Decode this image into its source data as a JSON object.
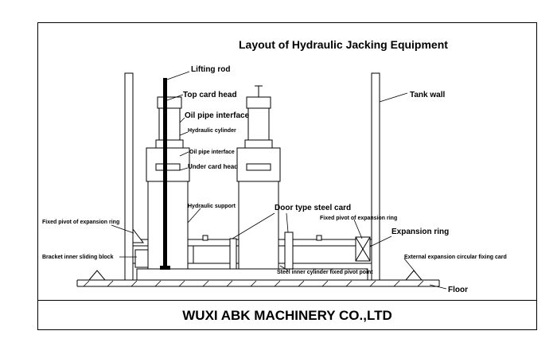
{
  "title": "Layout of Hydraulic Jacking Equipment",
  "footer": "WUXI ABK MACHINERY CO.,LTD",
  "labels": {
    "lifting_rod": "Lifting rod",
    "top_card_head": "Top card head",
    "oil_pipe_interface_1": "Oil pipe interface",
    "hydraulic_cylinder": "Hydraulic cylinder",
    "oil_pipe_interface_2": "Oil pipe interface",
    "under_card_head": "Under card head",
    "hydraulic_support": "Hydraulic support",
    "door_type_steel_card": "Door type steel card",
    "fixed_pivot_left": "Fixed pivot of expansion ring",
    "fixed_pivot_right": "Fixed pivot of expansion ring",
    "expansion_ring": "Expansion ring",
    "bracket_inner_sliding_block": "Bracket inner sliding block",
    "external_expansion_card": "External expansion circular fixing card",
    "steel_inner_cylinder_pivot": "Steel inner cylinder fixed pivot point",
    "tank_wall": "Tank wall",
    "floor": "Floor"
  }
}
